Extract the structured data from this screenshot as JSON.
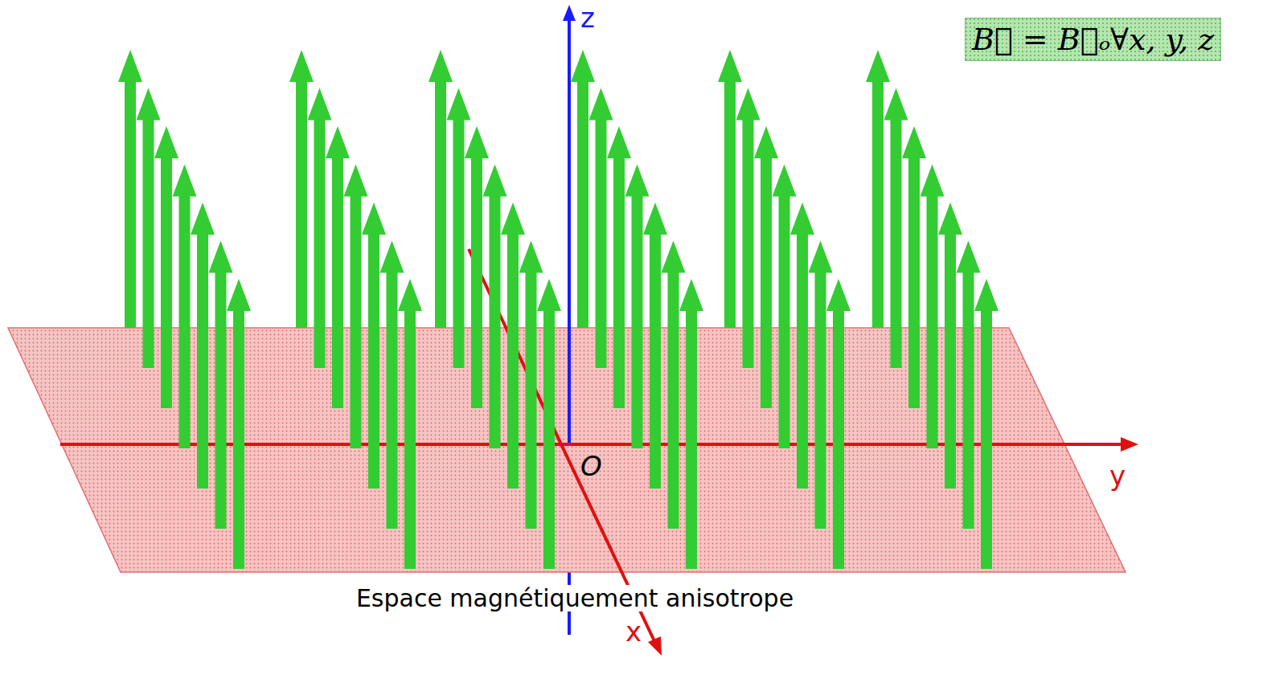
{
  "diagram": {
    "caption": "Espace magnétiquement anisotrope",
    "nodes": [
      {
        "text": [
          "B⃗ = B⃗ₒ∀x, y, z"
        ]
      }
    ],
    "labels": [
      "z",
      "y",
      "x",
      "O"
    ]
  }
}
